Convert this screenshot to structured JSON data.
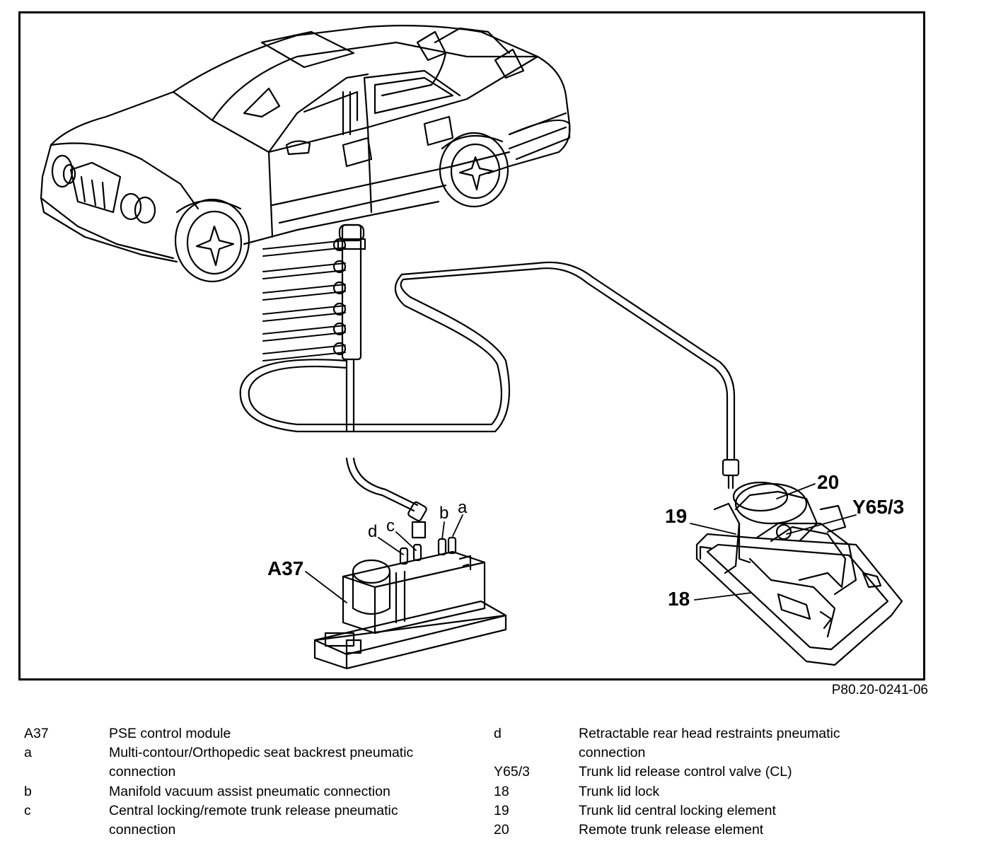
{
  "figure": {
    "code": "P80.20-0241-06",
    "callouts": {
      "a37": "A37",
      "a": "a",
      "b": "b",
      "c": "c",
      "d": "d",
      "n18": "18",
      "n19": "19",
      "n20": "20",
      "y653": "Y65/3"
    }
  },
  "legend": {
    "left": [
      {
        "code": "A37",
        "text": "PSE control module"
      },
      {
        "code": "a",
        "text": "Multi-contour/Orthopedic seat backrest pneumatic connection"
      },
      {
        "code": "b",
        "text": "Manifold vacuum assist pneumatic connection"
      },
      {
        "code": "c",
        "text": "Central locking/remote trunk release pneumatic connection"
      }
    ],
    "right": [
      {
        "code": "d",
        "text": "Retractable rear head restraints pneumatic connection"
      },
      {
        "code": "Y65/3",
        "text": "Trunk lid release control valve (CL)"
      },
      {
        "code": "18",
        "text": "Trunk lid lock"
      },
      {
        "code": "19",
        "text": "Trunk lid central locking element"
      },
      {
        "code": "20",
        "text": "Remote trunk release element"
      }
    ]
  },
  "colors": {
    "ink": "#000000",
    "paper": "#ffffff"
  }
}
